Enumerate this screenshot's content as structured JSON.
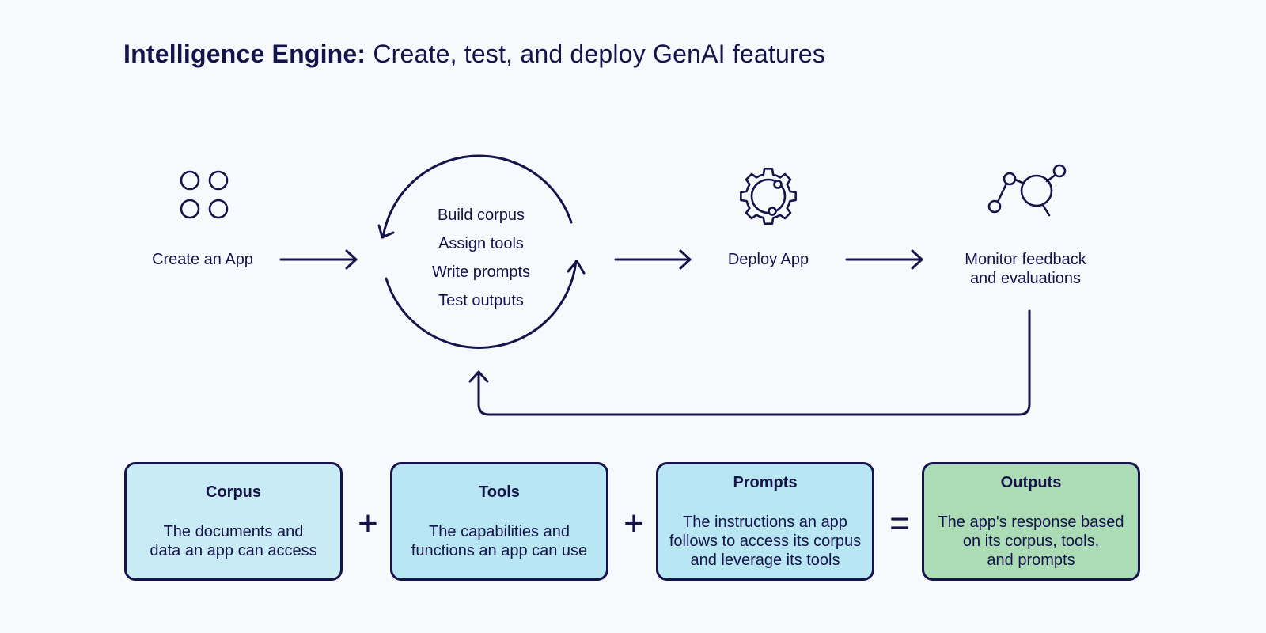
{
  "title": {
    "bold": "Intelligence Engine:",
    "rest": " Create, test, and deploy GenAI features"
  },
  "steps": {
    "create": "Create an App",
    "deploy": "Deploy App",
    "monitor_line1": "Monitor feedback",
    "monitor_line2": "and evaluations"
  },
  "cycle": [
    "Build corpus",
    "Assign tools",
    "Write prompts",
    "Test outputs"
  ],
  "cards": [
    {
      "title": "Corpus",
      "desc": "The documents and\ndata an app can access",
      "color": "#c9ebf5"
    },
    {
      "title": "Tools",
      "desc": "The capabilities and\nfunctions an app can use",
      "color": "#b8e6f3"
    },
    {
      "title": "Prompts",
      "desc": "The instructions an app\nfollows to access its corpus\nand leverage its tools",
      "color": "#b8e6f3"
    },
    {
      "title": "Outputs",
      "desc": "The app's response based\non its corpus, tools,\nand prompts",
      "color": "#abdcb6"
    }
  ],
  "operators": [
    "+",
    "+",
    "="
  ],
  "icons": {
    "create": "four-circles-icon",
    "deploy": "gear-icon",
    "monitor": "analytics-magnifier-icon"
  },
  "colors": {
    "background": "#f7f9fd",
    "ink": "#14144a"
  }
}
